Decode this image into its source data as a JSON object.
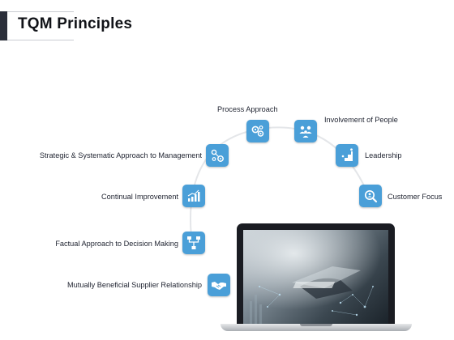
{
  "title": "TQM Principles",
  "accent": "#4a9fd8",
  "principles": [
    {
      "label": "Process Approach",
      "icon": "gears-icon"
    },
    {
      "label": "Involvement of People",
      "icon": "people-icon"
    },
    {
      "label": "Strategic & Systematic Approach to Management",
      "icon": "gears-icon"
    },
    {
      "label": "Leadership",
      "icon": "stairs-leader-icon"
    },
    {
      "label": "Continual Improvement",
      "icon": "growth-chart-icon"
    },
    {
      "label": "Customer Focus",
      "icon": "magnifier-person-icon"
    },
    {
      "label": "Factual Approach to Decision Making",
      "icon": "decision-tree-icon"
    },
    {
      "label": "Mutually Beneficial Supplier Relationship",
      "icon": "handshake-icon"
    }
  ]
}
